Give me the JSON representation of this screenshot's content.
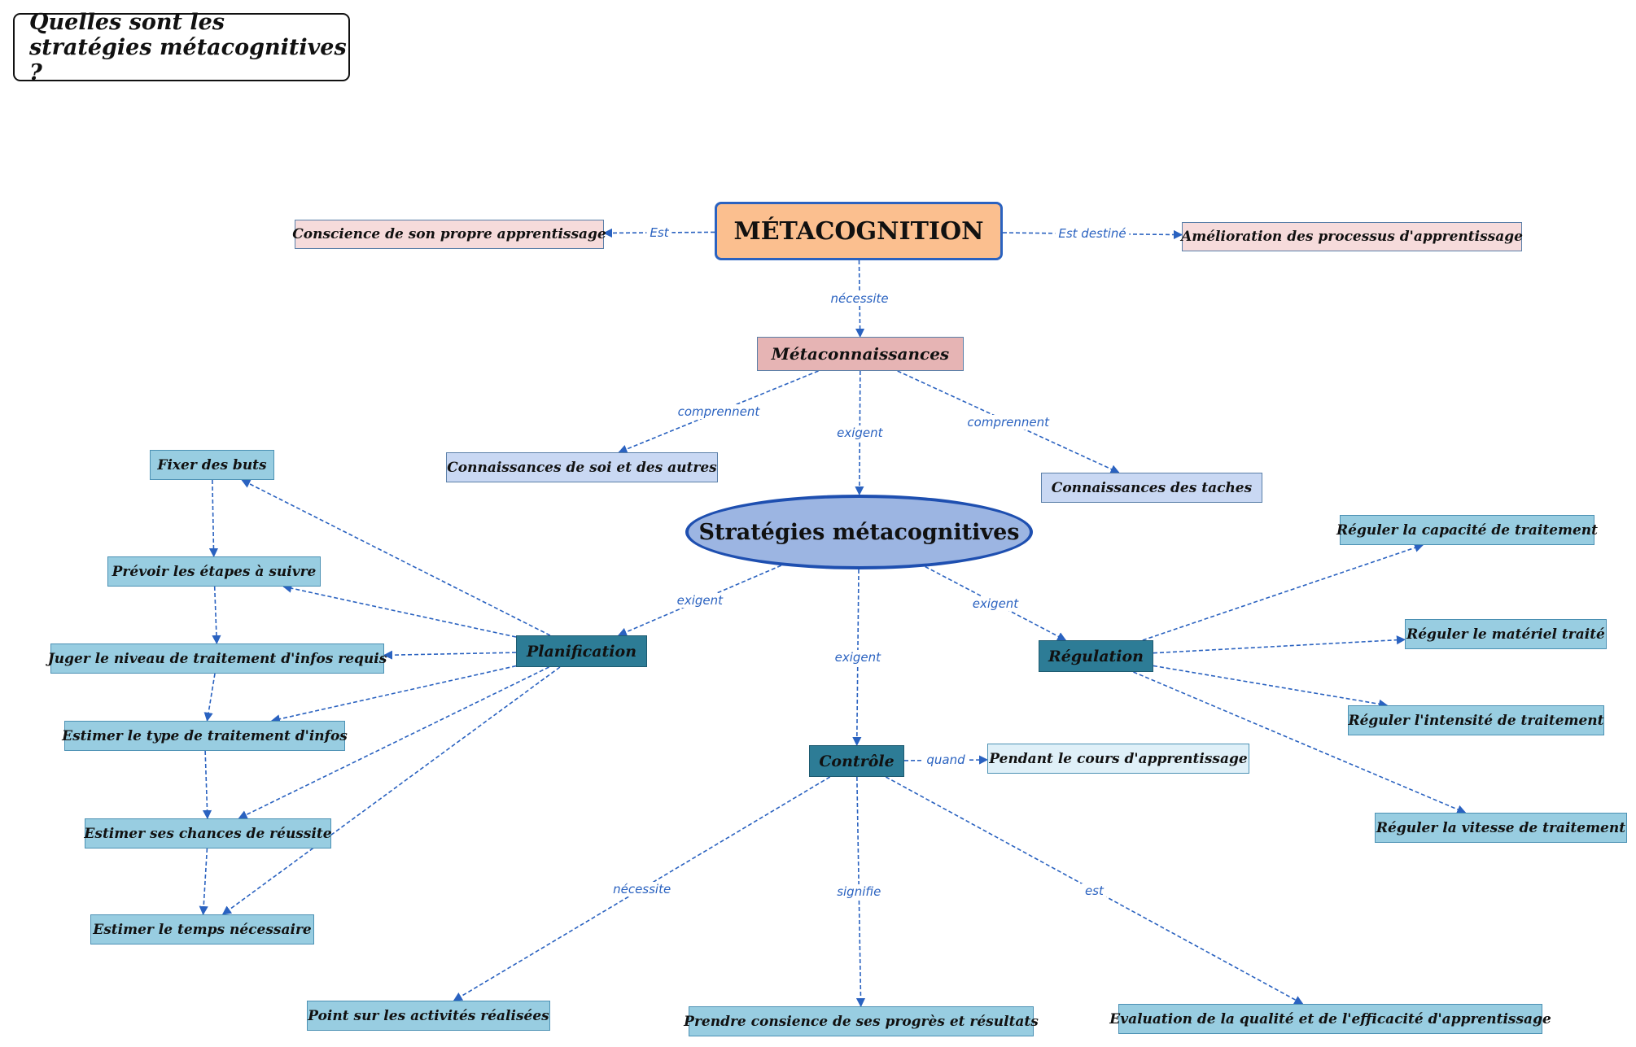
{
  "title": "Quelles sont les stratégies métacognitives ?",
  "colors": {
    "edge": "#2a62c0",
    "root_fill": "#fbbf8f",
    "strategies_fill": "#9cb5e2",
    "category_fill": "#2d7c96",
    "leaf_fill": "#98cde1"
  },
  "nodes": {
    "metacognition": "MÉTACOGNITION",
    "conscience": "Conscience de son propre apprentissage",
    "amelioration": "Amélioration des processus d'apprentissage",
    "metaconnaissances": "Métaconnaissances",
    "connaissances_soi": "Connaissances de soi et des autres",
    "connaissances_taches": "Connaissances des taches",
    "strategies": "Stratégies métacognitives",
    "planification": "Planification",
    "fixer_buts": "Fixer des buts",
    "prevoir_etapes": "Prévoir les étapes à suivre",
    "juger_niveau": "Juger le niveau de traitement d'infos requis",
    "estimer_type": "Estimer le type de traitement d'infos",
    "estimer_chances": "Estimer ses chances de réussite",
    "estimer_temps": "Estimer le temps nécessaire",
    "controle": "Contrôle",
    "pendant_cours": "Pendant le cours d'apprentissage",
    "point_activites": "Point sur les activités réalisées",
    "prendre_conscience": "Prendre consience de ses progrès et résultats",
    "evaluation": "Evaluation de la qualité et de l'efficacité d'apprentissage",
    "regulation": "Régulation",
    "reguler_capacite": "Réguler la capacité de traitement",
    "reguler_materiel": "Réguler le matériel traité",
    "reguler_intensite": "Réguler l'intensité de traitement",
    "reguler_vitesse": "Réguler la vitesse de traitement"
  },
  "edges": [
    {
      "from": "metacognition",
      "to": "conscience",
      "label": "Est"
    },
    {
      "from": "metacognition",
      "to": "amelioration",
      "label": "Est destiné"
    },
    {
      "from": "metacognition",
      "to": "metaconnaissances",
      "label": "nécessite"
    },
    {
      "from": "metaconnaissances",
      "to": "connaissances_soi",
      "label": "comprennent"
    },
    {
      "from": "metaconnaissances",
      "to": "connaissances_taches",
      "label": "comprennent"
    },
    {
      "from": "metaconnaissances",
      "to": "strategies",
      "label": "exigent"
    },
    {
      "from": "strategies",
      "to": "planification",
      "label": "exigent"
    },
    {
      "from": "strategies",
      "to": "controle",
      "label": "exigent"
    },
    {
      "from": "strategies",
      "to": "regulation",
      "label": "exigent"
    },
    {
      "from": "planification",
      "to": "fixer_buts",
      "label": ""
    },
    {
      "from": "planification",
      "to": "prevoir_etapes",
      "label": ""
    },
    {
      "from": "planification",
      "to": "juger_niveau",
      "label": ""
    },
    {
      "from": "planification",
      "to": "estimer_type",
      "label": ""
    },
    {
      "from": "planification",
      "to": "estimer_chances",
      "label": ""
    },
    {
      "from": "planification",
      "to": "estimer_temps",
      "label": ""
    },
    {
      "from": "fixer_buts",
      "to": "prevoir_etapes",
      "label": ""
    },
    {
      "from": "prevoir_etapes",
      "to": "juger_niveau",
      "label": ""
    },
    {
      "from": "juger_niveau",
      "to": "estimer_type",
      "label": ""
    },
    {
      "from": "estimer_type",
      "to": "estimer_chances",
      "label": ""
    },
    {
      "from": "estimer_chances",
      "to": "estimer_temps",
      "label": ""
    },
    {
      "from": "controle",
      "to": "pendant_cours",
      "label": "quand"
    },
    {
      "from": "controle",
      "to": "point_activites",
      "label": "nécessite"
    },
    {
      "from": "controle",
      "to": "prendre_conscience",
      "label": "signifie"
    },
    {
      "from": "controle",
      "to": "evaluation",
      "label": "est"
    },
    {
      "from": "regulation",
      "to": "reguler_capacite",
      "label": ""
    },
    {
      "from": "regulation",
      "to": "reguler_materiel",
      "label": ""
    },
    {
      "from": "regulation",
      "to": "reguler_intensite",
      "label": ""
    },
    {
      "from": "regulation",
      "to": "reguler_vitesse",
      "label": ""
    }
  ]
}
